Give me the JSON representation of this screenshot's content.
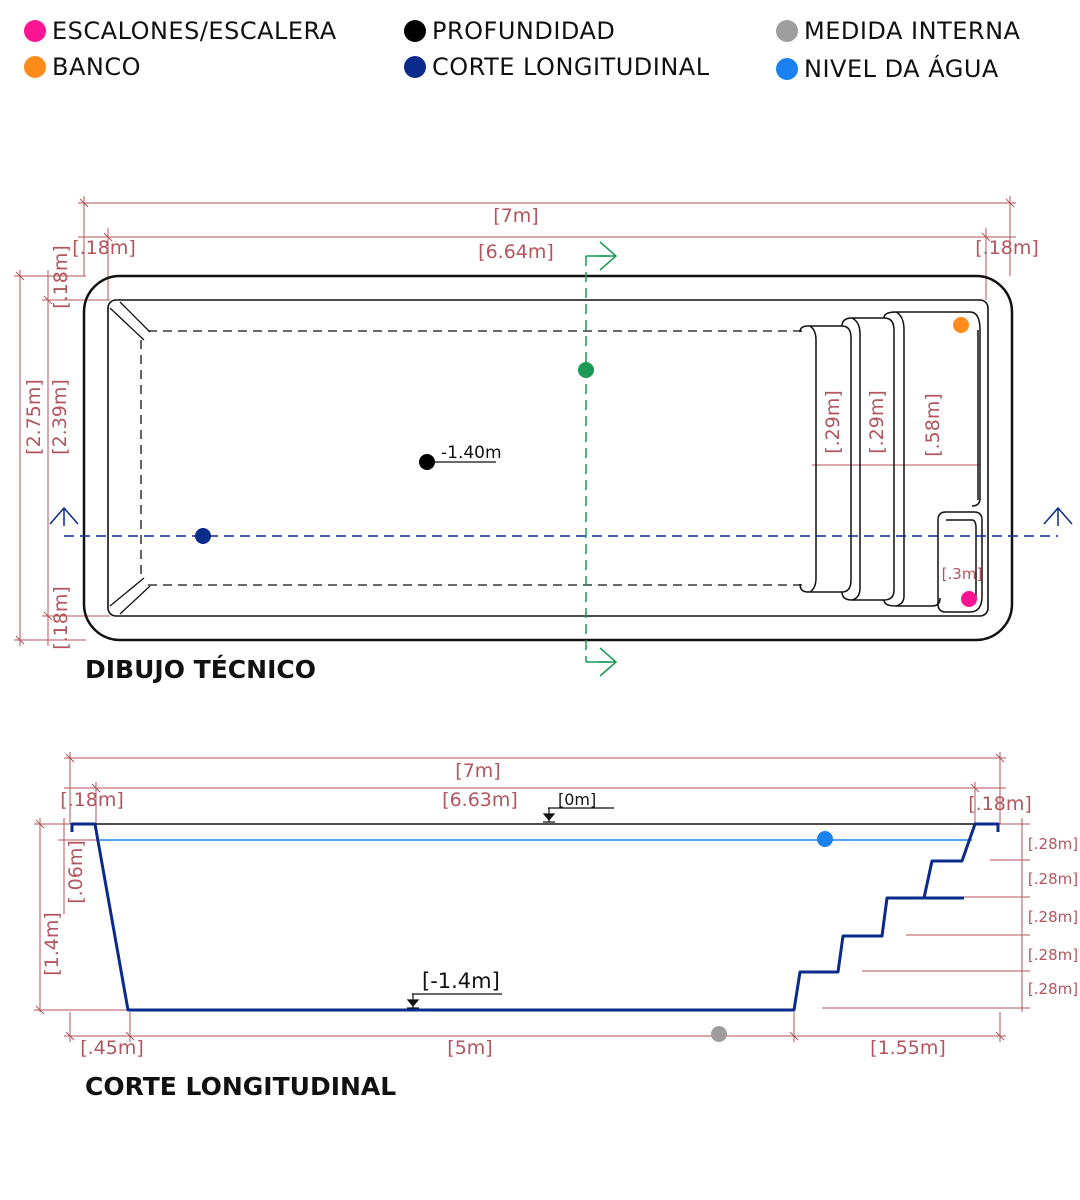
{
  "legend": [
    {
      "label": "ESCALONES/ESCALERA",
      "color": "#ff1493"
    },
    {
      "label": "BANCO",
      "color": "#ff8c1a"
    },
    {
      "label": "PROFUNDIDAD",
      "color": "#000000"
    },
    {
      "label": "CORTE LONGITUDINAL",
      "color": "#0a2a8c"
    },
    {
      "label": "MEDIDA INTERNA",
      "color": "#9e9e9e"
    },
    {
      "label": "NIVEL DA ÁGUA",
      "color": "#1a82f0"
    }
  ],
  "colors": {
    "dimension": "#b2555e",
    "outline": "#111111",
    "section_line": "#0a2a8c",
    "cross_section": "#1a9a55",
    "water": "#1a82f0"
  },
  "plan": {
    "title": "DIBUJO TÉCNICO",
    "overall_length": "[7m]",
    "inner_length": "[6.64m]",
    "edge_left": "[.18m]",
    "edge_right": "[.18m]",
    "edge_top": "[.18m]",
    "edge_bottom": "[.18m]",
    "overall_width": "[2.75m]",
    "inner_width": "[2.39m]",
    "depth_label": "-1.40m",
    "step1": "[.29m]",
    "step2": "[.29m]",
    "step3": "[.58m]",
    "bench": "[.3m]"
  },
  "section": {
    "title": "CORTE LONGITUDINAL",
    "overall_length": "[7m]",
    "inner_length": "[6.63m]",
    "edge_left": "[.18m]",
    "edge_right": "[.18m]",
    "level_top": "[0m]",
    "water_gap": "[.06m]",
    "depth": "[1.4m]",
    "floor_level": "[-1.4m]",
    "bottom_left": "[.45m]",
    "bottom_mid": "[5m]",
    "bottom_right": "[1.55m]",
    "riser1": "[.28m]",
    "riser2": "[.28m]",
    "riser3": "[.28m]",
    "riser4": "[.28m]",
    "riser5": "[.28m]"
  }
}
